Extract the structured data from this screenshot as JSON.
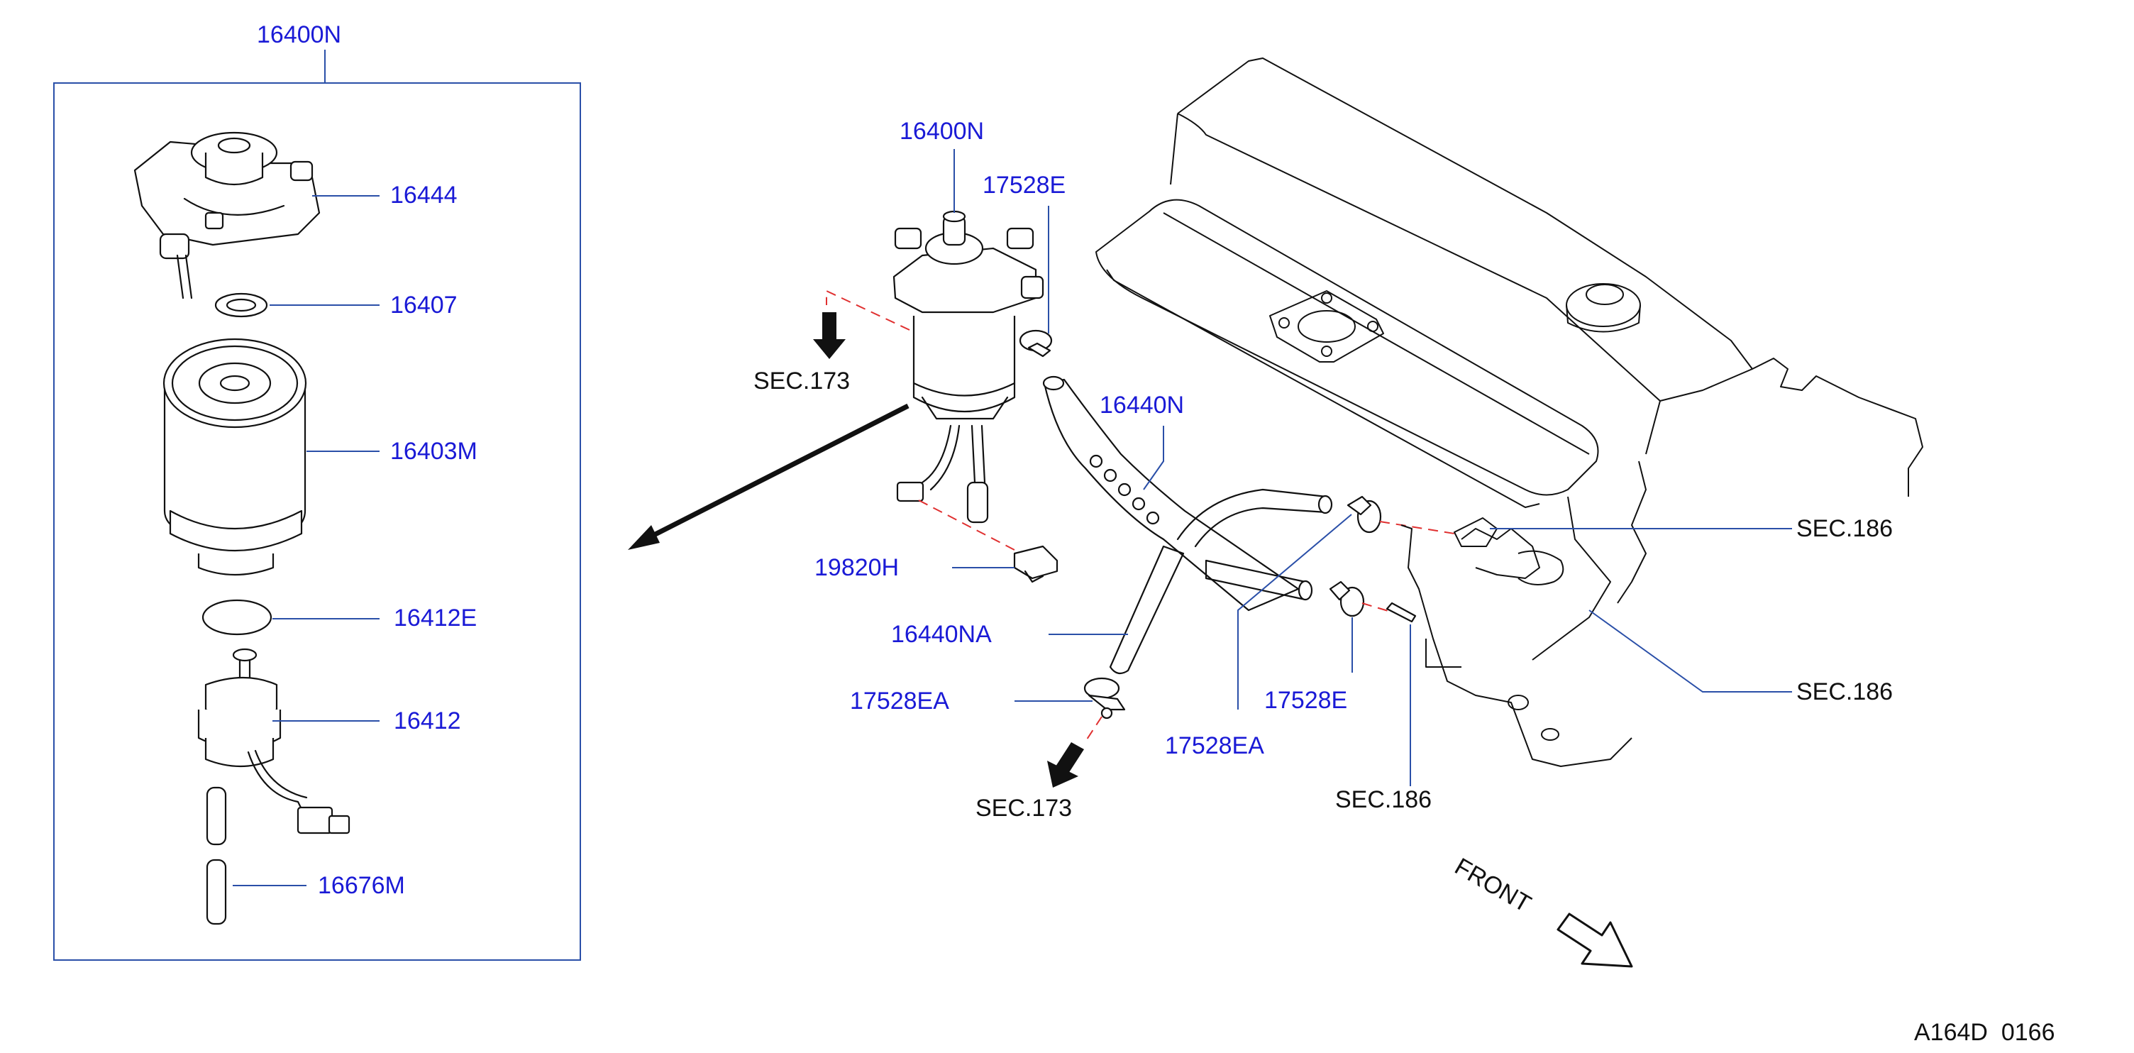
{
  "callouts": {
    "c_16400N_box": "16400N",
    "c_16444": "16444",
    "c_16407": "16407",
    "c_16403M": "16403M",
    "c_16412E": "16412E",
    "c_16412": "16412",
    "c_16676M": "16676M",
    "c_16400N_main": "16400N",
    "c_17528E_top": "17528E",
    "c_sec173_top": "SEC.173",
    "c_16440N": "16440N",
    "c_19820H": "19820H",
    "c_16440NA": "16440NA",
    "c_17528EA_left": "17528EA",
    "c_sec173_bottom": "SEC.173",
    "c_17528EA_mid": "17528EA",
    "c_17528E_mid": "17528E",
    "c_sec186_bottom": "SEC.186",
    "c_sec186_right1": "SEC.186",
    "c_sec186_right2": "SEC.186",
    "c_front": "FRONT",
    "c_ref": "A164D  0166"
  },
  "colors": {
    "callout_text": "#1a1ad6",
    "section_text": "#111111",
    "leader_line": "#2a4fa8",
    "hidden_line": "#e03030"
  }
}
